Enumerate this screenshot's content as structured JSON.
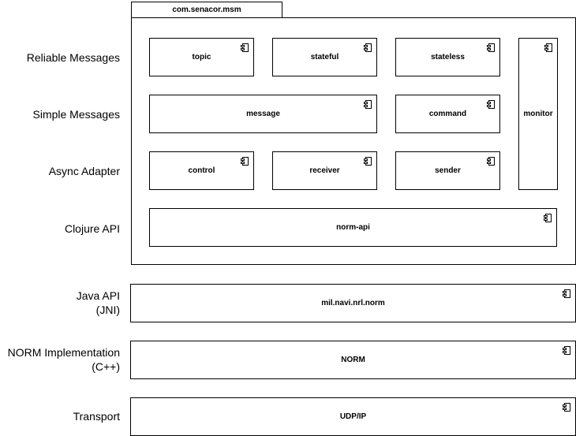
{
  "layers": {
    "reliable_messages": "Reliable Messages",
    "simple_messages": "Simple Messages",
    "async_adapter": "Async Adapter",
    "clojure_api": "Clojure API",
    "java_api_line1": "Java API",
    "java_api_line2": "(JNI)",
    "norm_impl_line1": "NORM Implementation",
    "norm_impl_line2": "(C++)",
    "transport": "Transport"
  },
  "package": {
    "name": "com.senacor.msm"
  },
  "components": {
    "topic": "topic",
    "stateful": "stateful",
    "stateless": "stateless",
    "monitor": "monitor",
    "message": "message",
    "command": "command",
    "control": "control",
    "receiver": "receiver",
    "sender": "sender",
    "norm_api": "norm-api",
    "java_norm": "mil.navi.nrl.norm",
    "norm": "NORM",
    "udp_ip": "UDP/IP"
  },
  "icons": {
    "component": "component-icon"
  },
  "colors": {
    "stroke": "#000000",
    "fill": "#ffffff"
  }
}
